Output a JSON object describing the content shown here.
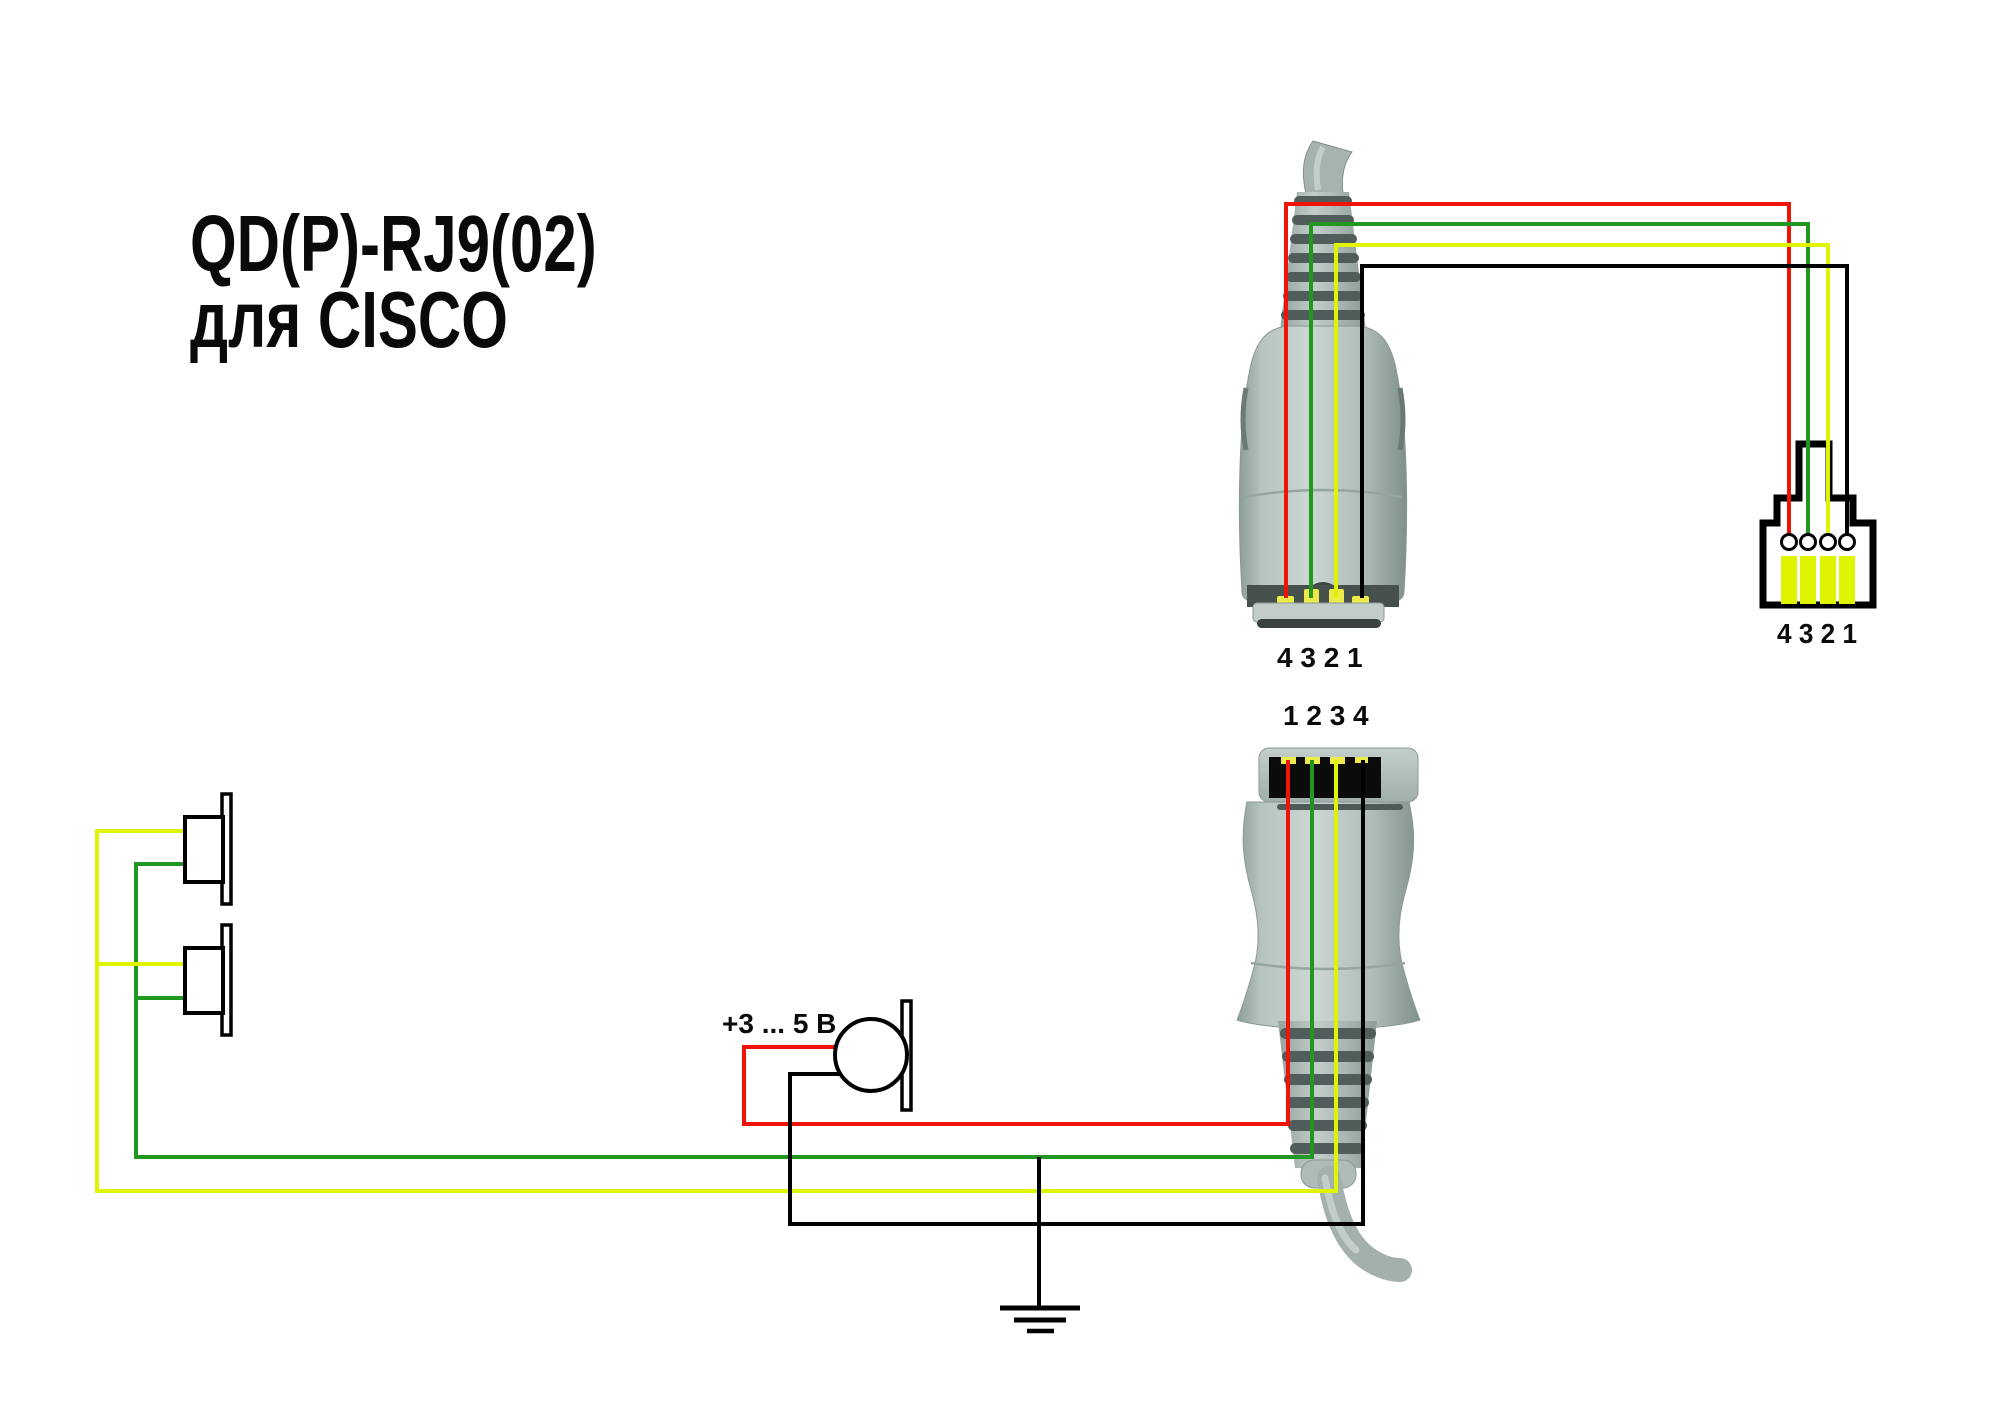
{
  "title": {
    "line1": "QD(P)-RJ9(02)",
    "line2": "для CISCO"
  },
  "connectors": {
    "qd_plug": {
      "label": "QD(P) plug, coiled cord up",
      "pin_label": "4 3 2 1"
    },
    "qd_socket": {
      "label": "QD socket, coiled cord down",
      "pin_label": "1 2 3 4"
    },
    "rj9": {
      "label": "RJ9(02) handset plug",
      "pin_label": "4 3 2 1"
    }
  },
  "microphone": {
    "voltage_label": "+3 ... 5 В"
  },
  "wiring": [
    {
      "color": "red",
      "qd_plug_pin": 4,
      "rj9_pin": 4,
      "qd_socket_pin": 1,
      "connects_to": "microphone +3...5 V"
    },
    {
      "color": "green",
      "qd_plug_pin": 3,
      "rj9_pin": 3,
      "qd_socket_pin": 2,
      "connects_to": "speakers, lower terminals"
    },
    {
      "color": "yellow",
      "qd_plug_pin": 2,
      "rj9_pin": 2,
      "qd_socket_pin": 3,
      "connects_to": "speakers, upper terminals"
    },
    {
      "color": "black",
      "qd_plug_pin": 1,
      "rj9_pin": 1,
      "qd_socket_pin": 4,
      "connects_to": "microphone return / ground"
    }
  ],
  "colors": {
    "wire_red": "#ee1408",
    "wire_green": "#1f9721",
    "wire_yellow": "#dff400",
    "wire_black": "#000000",
    "contact_yellow": "#eeea4a",
    "connector_gray": "#b7c4c0"
  }
}
